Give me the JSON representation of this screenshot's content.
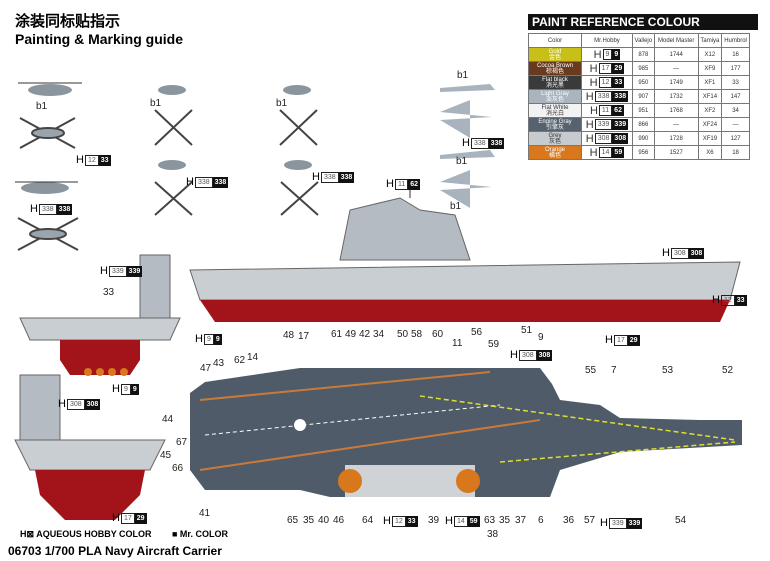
{
  "header": {
    "title_cn": "涂装同标贴指示",
    "title_en": "Painting & Marking guide"
  },
  "paint_table": {
    "title": "PAINT  REFERENCE COLOUR",
    "columns": [
      "Color",
      "Mr.Hobby",
      "Vallejo",
      "Model Master",
      "Tamiya",
      "Humbrol"
    ],
    "rows": [
      {
        "en": "Gold",
        "cn": "金色",
        "color": "#c8c018",
        "h1": "9",
        "h2": "9",
        "vallejo": "878",
        "mm": "1744",
        "tamiya": "X12",
        "humbrol": "16"
      },
      {
        "en": "Cocoa Brown",
        "cn": "棕褐色",
        "color": "#6a3a1e",
        "h1": "17",
        "h2": "29",
        "vallejo": "985",
        "mm": "—",
        "tamiya": "XF9",
        "humbrol": "177"
      },
      {
        "en": "Flat black",
        "cn": "消光黑",
        "color": "#3a3a3a",
        "h1": "12",
        "h2": "33",
        "vallejo": "950",
        "mm": "1749",
        "tamiya": "XF1",
        "humbrol": "33"
      },
      {
        "en": "Light Gray",
        "cn": "淡灰色",
        "color": "#a9b4bf",
        "h1": "338",
        "h2": "338",
        "vallejo": "907",
        "mm": "1732",
        "tamiya": "XF14",
        "humbrol": "147"
      },
      {
        "en": "Flat White",
        "cn": "消光白",
        "color": "#f2f2f2",
        "h1": "11",
        "h2": "62",
        "vallejo": "951",
        "mm": "1768",
        "tamiya": "XF2",
        "humbrol": "34"
      },
      {
        "en": "Engine Gray",
        "cn": "引擎灰",
        "color": "#56626e",
        "h1": "339",
        "h2": "339",
        "vallejo": "866",
        "mm": "—",
        "tamiya": "XF24",
        "humbrol": "—"
      },
      {
        "en": "Grey",
        "cn": "灰色",
        "color": "#c6cbd0",
        "h1": "308",
        "h2": "308",
        "vallejo": "990",
        "mm": "1728",
        "tamiya": "XF19",
        "humbrol": "127"
      },
      {
        "en": "Orange",
        "cn": "橘色",
        "color": "#d9771c",
        "h1": "14",
        "h2": "59",
        "vallejo": "956",
        "mm": "1527",
        "tamiya": "X6",
        "humbrol": "18"
      }
    ]
  },
  "callouts": [
    "48",
    "17",
    "61",
    "49",
    "42",
    "34",
    "50",
    "58",
    "60",
    "56",
    "51",
    "9",
    "11",
    "59",
    "47",
    "43",
    "62",
    "14",
    "55",
    "7",
    "53",
    "52",
    "44",
    "67",
    "45",
    "66",
    "41",
    "65",
    "35",
    "40",
    "46",
    "64",
    "39",
    "63",
    "35",
    "37",
    "6",
    "36",
    "57",
    "54",
    "38",
    "33"
  ],
  "aircraft_labels": [
    "b1",
    "b1",
    "b1",
    "b1",
    "b1",
    "b1"
  ],
  "paint_codes": [
    {
      "h": "H",
      "a": "12",
      "b": "33"
    },
    {
      "h": "H",
      "a": "338",
      "b": "338"
    },
    {
      "h": "H",
      "a": "338",
      "b": "338"
    },
    {
      "h": "H",
      "a": "338",
      "b": "338"
    },
    {
      "h": "H",
      "a": "338",
      "b": "338"
    },
    {
      "h": "H",
      "a": "11",
      "b": "62"
    },
    {
      "h": "H",
      "a": "308",
      "b": "308"
    },
    {
      "h": "H",
      "a": "12",
      "b": "33"
    },
    {
      "h": "H",
      "a": "339",
      "b": "339"
    },
    {
      "h": "H",
      "a": "9",
      "b": "9"
    },
    {
      "h": "H",
      "a": "9",
      "b": "9"
    },
    {
      "h": "H",
      "a": "17",
      "b": "29"
    },
    {
      "h": "H",
      "a": "308",
      "b": "308"
    },
    {
      "h": "H",
      "a": "308",
      "b": "308"
    },
    {
      "h": "H",
      "a": "17",
      "b": "29"
    },
    {
      "h": "H",
      "a": "12",
      "b": "33"
    },
    {
      "h": "H",
      "a": "14",
      "b": "59"
    },
    {
      "h": "H",
      "a": "339",
      "b": "339"
    }
  ],
  "legend": {
    "aqueous": "H⊠ AQUEOUS HOBBY COLOR",
    "mr_color": "■ Mr. COLOR"
  },
  "footer": {
    "title": "06703 1/700  PLA Navy Aircraft Carrier"
  }
}
